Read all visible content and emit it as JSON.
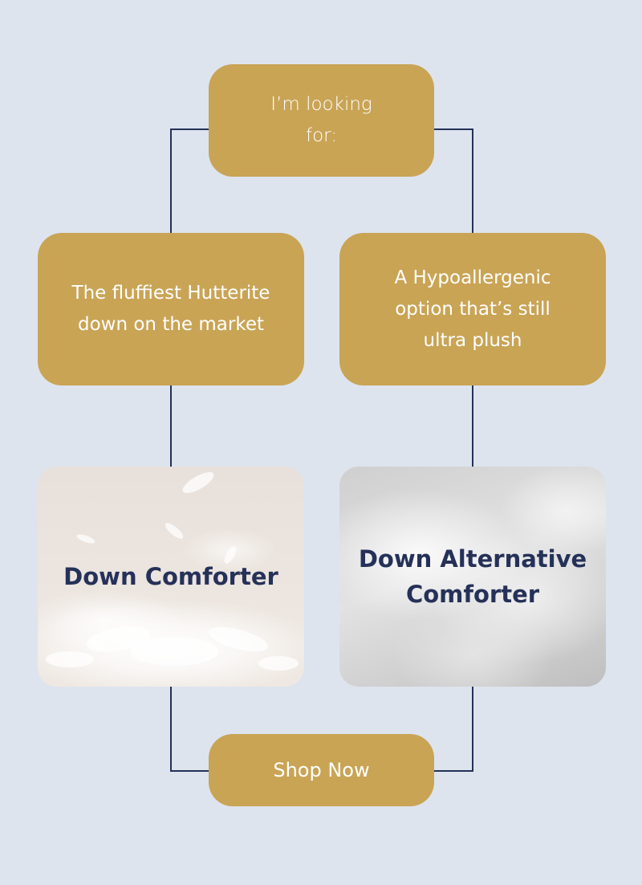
{
  "diagram": {
    "prompt": "I’m looking for:",
    "options": [
      {
        "label": "The fluffiest Hutterite down on the market",
        "product": "Down Comforter"
      },
      {
        "label": "A Hypoallergenic option that’s still ultra plush",
        "product": "Down Alternative Comforter"
      }
    ],
    "cta_label": "Shop Now"
  },
  "colors": {
    "background": "#dde4ee",
    "box": "#c9a455",
    "connector": "#253158",
    "product_text": "#253158"
  }
}
